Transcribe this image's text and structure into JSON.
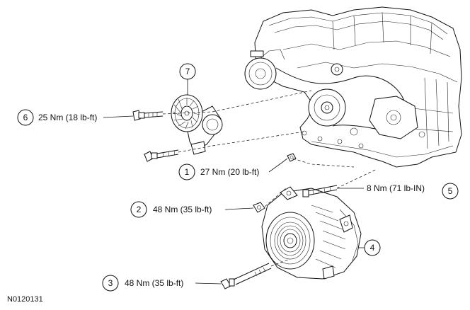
{
  "figure_id": "N0120131",
  "callouts": [
    {
      "number": "1",
      "torque": "27 Nm (20 lb-ft)"
    },
    {
      "number": "2",
      "torque": "48 Nm (35 lb-ft)"
    },
    {
      "number": "3",
      "torque": "48 Nm (35 lb-ft)"
    },
    {
      "number": "4",
      "torque": ""
    },
    {
      "number": "5",
      "torque": "8 Nm (71 lb-IN)"
    },
    {
      "number": "6",
      "torque": "25 Nm (18 lb-ft)"
    },
    {
      "number": "7",
      "torque": ""
    }
  ]
}
